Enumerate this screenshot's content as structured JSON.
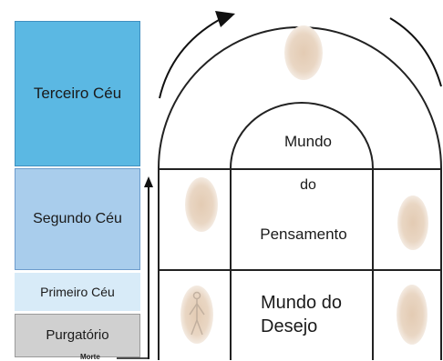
{
  "levels": {
    "terceiro_ceu": "Terceiro Céu",
    "segundo_ceu": "Segundo Céu",
    "primeiro_ceu": "Primeiro Céu",
    "purgatorio": "Purgatório"
  },
  "worlds": {
    "pensamento_line1": "Mundo",
    "pensamento_line2": "do",
    "pensamento_line3": "Pensamento",
    "desejo": "Mundo do Desejo"
  },
  "morte": "Morte"
}
